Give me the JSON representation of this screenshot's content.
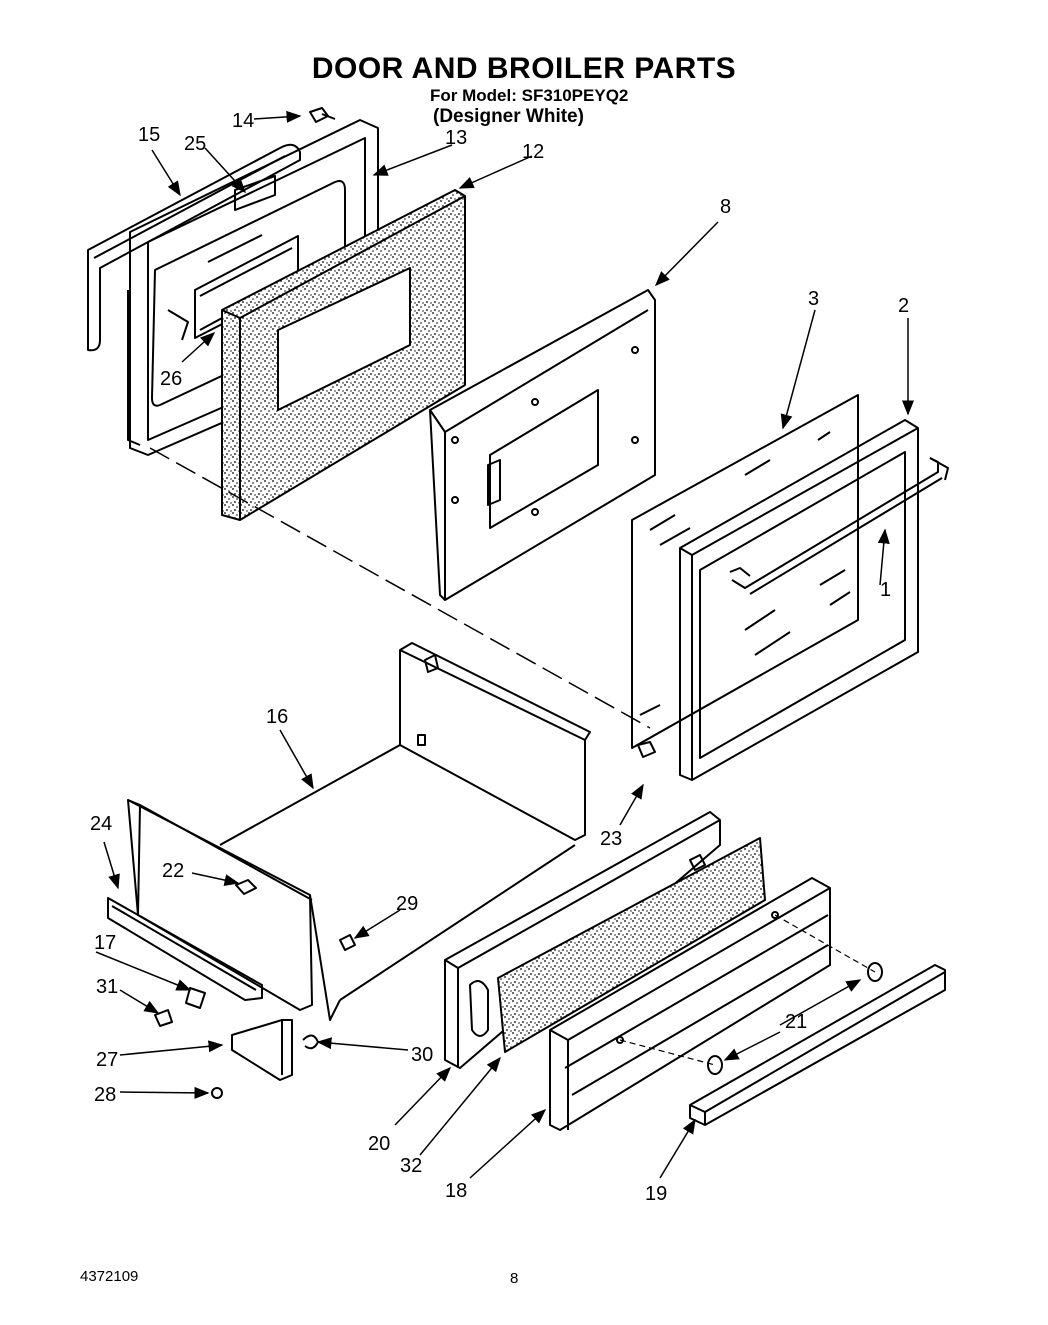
{
  "header": {
    "title": "DOOR AND BROILER PARTS",
    "model_line": "For Model: SF310PEYQ2",
    "variant": "(Designer White)"
  },
  "footer": {
    "document_number": "4372109",
    "page_number": "8"
  },
  "callouts": [
    "1",
    "2",
    "3",
    "8",
    "12",
    "13",
    "14",
    "15",
    "16",
    "17",
    "18",
    "19",
    "20",
    "21",
    "22",
    "23",
    "24",
    "25",
    "26",
    "27",
    "28",
    "29",
    "30",
    "31",
    "32"
  ]
}
